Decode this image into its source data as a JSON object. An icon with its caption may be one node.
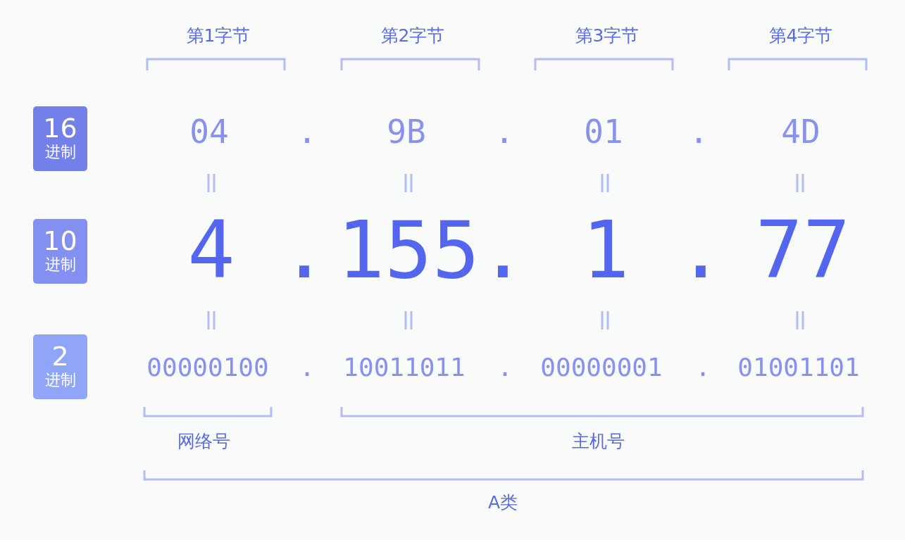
{
  "diagram": {
    "nodes": [
      {
        "text": [
          "16",
          "进制"
        ]
      },
      {
        "text": [
          "10",
          "进制"
        ]
      },
      {
        "text": [
          "2",
          "进制"
        ]
      }
    ],
    "labels": [
      "第1字节",
      "第2字节",
      "第3字节",
      "第4字节",
      "04",
      ".",
      "9B",
      ".",
      "01",
      ".",
      "4D",
      "4",
      ".",
      "155",
      ".",
      "1",
      ".",
      "77",
      "00000100",
      ".",
      "10011011",
      ".",
      "00000001",
      ".",
      "01001101",
      "网络号",
      "主机号",
      "A类"
    ]
  }
}
